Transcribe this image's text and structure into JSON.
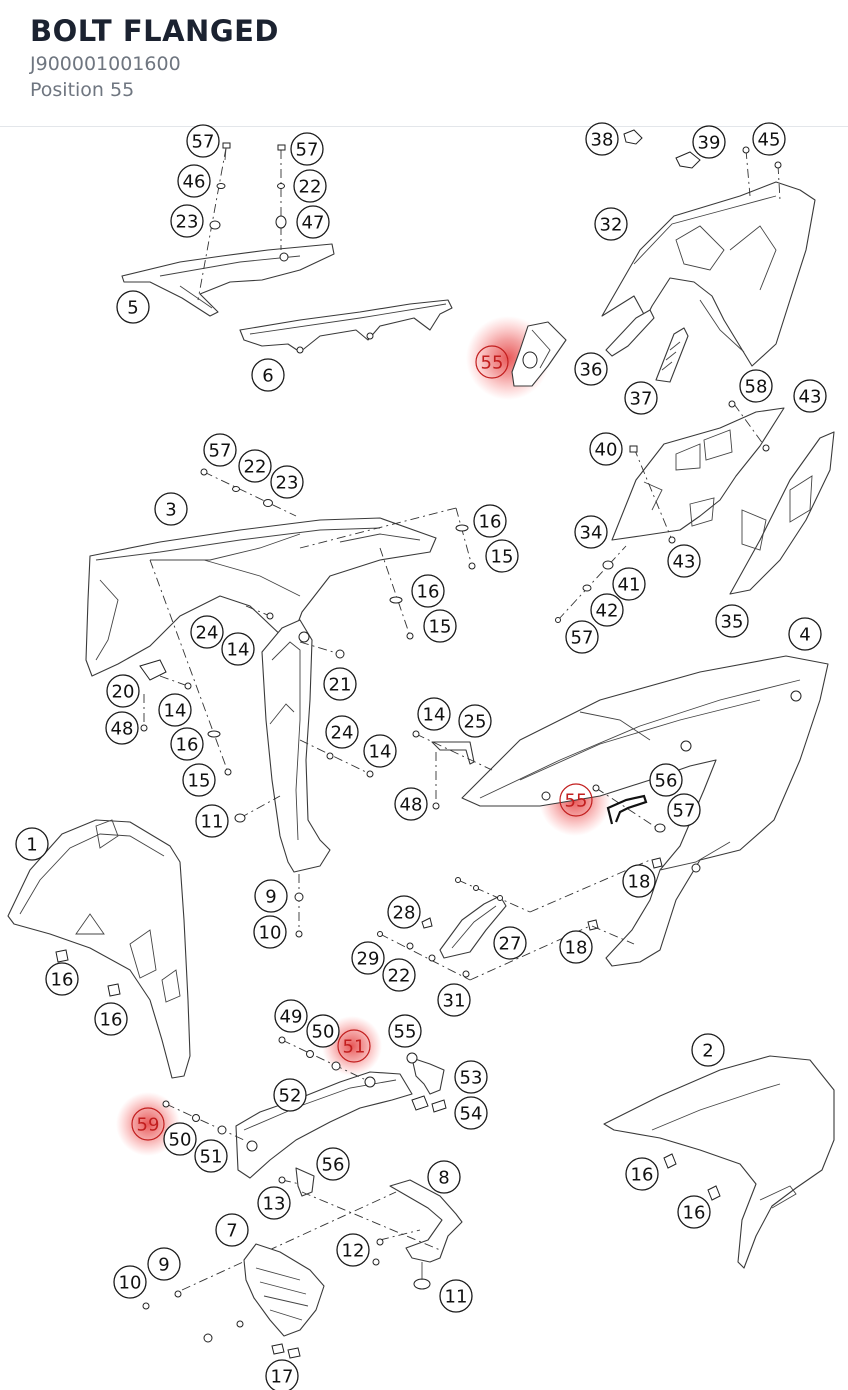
{
  "header": {
    "title": "BOLT FLANGED",
    "part_number": "J900001001600",
    "position": "Position 55"
  },
  "colors": {
    "highlight": "#e02020",
    "line": "#333333",
    "title": "#1b2230",
    "subtitle": "#6f7680"
  },
  "selected_position": "55",
  "callouts": [
    {
      "label": "57",
      "highlighted": false
    },
    {
      "label": "46",
      "highlighted": false
    },
    {
      "label": "23",
      "highlighted": false
    },
    {
      "label": "57",
      "highlighted": false
    },
    {
      "label": "22",
      "highlighted": false
    },
    {
      "label": "47",
      "highlighted": false
    },
    {
      "label": "5",
      "highlighted": false
    },
    {
      "label": "6",
      "highlighted": false
    },
    {
      "label": "55",
      "highlighted": true
    },
    {
      "label": "38",
      "highlighted": false
    },
    {
      "label": "39",
      "highlighted": false
    },
    {
      "label": "45",
      "highlighted": false
    },
    {
      "label": "32",
      "highlighted": false
    },
    {
      "label": "36",
      "highlighted": false
    },
    {
      "label": "37",
      "highlighted": false
    },
    {
      "label": "58",
      "highlighted": false
    },
    {
      "label": "43",
      "highlighted": false
    },
    {
      "label": "40",
      "highlighted": false
    },
    {
      "label": "34",
      "highlighted": false
    },
    {
      "label": "43",
      "highlighted": false
    },
    {
      "label": "41",
      "highlighted": false
    },
    {
      "label": "42",
      "highlighted": false
    },
    {
      "label": "57",
      "highlighted": false
    },
    {
      "label": "35",
      "highlighted": false
    },
    {
      "label": "57",
      "highlighted": false
    },
    {
      "label": "22",
      "highlighted": false
    },
    {
      "label": "23",
      "highlighted": false
    },
    {
      "label": "3",
      "highlighted": false
    },
    {
      "label": "16",
      "highlighted": false
    },
    {
      "label": "15",
      "highlighted": false
    },
    {
      "label": "16",
      "highlighted": false
    },
    {
      "label": "15",
      "highlighted": false
    },
    {
      "label": "24",
      "highlighted": false
    },
    {
      "label": "14",
      "highlighted": false
    },
    {
      "label": "21",
      "highlighted": false
    },
    {
      "label": "20",
      "highlighted": false
    },
    {
      "label": "14",
      "highlighted": false
    },
    {
      "label": "48",
      "highlighted": false
    },
    {
      "label": "16",
      "highlighted": false
    },
    {
      "label": "15",
      "highlighted": false
    },
    {
      "label": "24",
      "highlighted": false
    },
    {
      "label": "14",
      "highlighted": false
    },
    {
      "label": "11",
      "highlighted": false
    },
    {
      "label": "4",
      "highlighted": false
    },
    {
      "label": "14",
      "highlighted": false
    },
    {
      "label": "25",
      "highlighted": false
    },
    {
      "label": "48",
      "highlighted": false
    },
    {
      "label": "55",
      "highlighted": true
    },
    {
      "label": "56",
      "highlighted": false
    },
    {
      "label": "57",
      "highlighted": false
    },
    {
      "label": "18",
      "highlighted": false
    },
    {
      "label": "1",
      "highlighted": false
    },
    {
      "label": "16",
      "highlighted": false
    },
    {
      "label": "16",
      "highlighted": false
    },
    {
      "label": "9",
      "highlighted": false
    },
    {
      "label": "10",
      "highlighted": false
    },
    {
      "label": "28",
      "highlighted": false
    },
    {
      "label": "27",
      "highlighted": false
    },
    {
      "label": "18",
      "highlighted": false
    },
    {
      "label": "29",
      "highlighted": false
    },
    {
      "label": "22",
      "highlighted": false
    },
    {
      "label": "31",
      "highlighted": false
    },
    {
      "label": "49",
      "highlighted": false
    },
    {
      "label": "50",
      "highlighted": false
    },
    {
      "label": "51",
      "highlighted": true
    },
    {
      "label": "55",
      "highlighted": false
    },
    {
      "label": "53",
      "highlighted": false
    },
    {
      "label": "54",
      "highlighted": false
    },
    {
      "label": "52",
      "highlighted": false
    },
    {
      "label": "59",
      "highlighted": true
    },
    {
      "label": "50",
      "highlighted": false
    },
    {
      "label": "51",
      "highlighted": false
    },
    {
      "label": "56",
      "highlighted": false
    },
    {
      "label": "13",
      "highlighted": false
    },
    {
      "label": "8",
      "highlighted": false
    },
    {
      "label": "7",
      "highlighted": false
    },
    {
      "label": "12",
      "highlighted": false
    },
    {
      "label": "11",
      "highlighted": false
    },
    {
      "label": "9",
      "highlighted": false
    },
    {
      "label": "10",
      "highlighted": false
    },
    {
      "label": "17",
      "highlighted": false
    },
    {
      "label": "2",
      "highlighted": false
    },
    {
      "label": "16",
      "highlighted": false
    },
    {
      "label": "16",
      "highlighted": false
    }
  ]
}
